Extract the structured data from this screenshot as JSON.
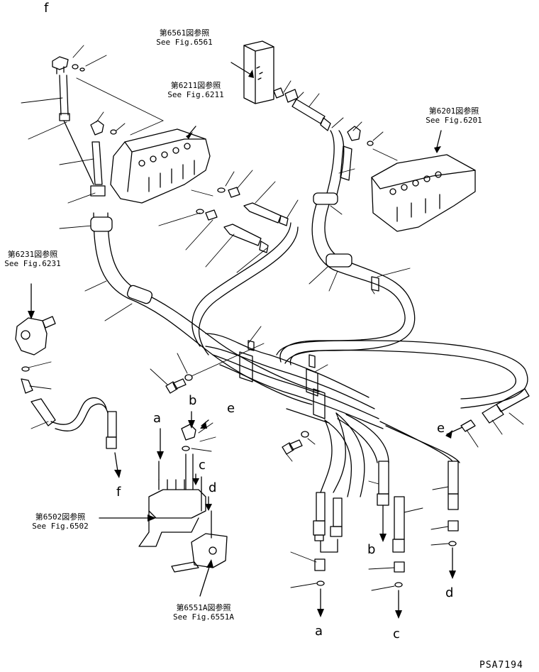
{
  "references": [
    {
      "jp": "第6561図参照",
      "en": "See Fig.6561"
    },
    {
      "jp": "第6211図参照",
      "en": "See Fig.6211"
    },
    {
      "jp": "第6201図参照",
      "en": "See Fig.6201"
    },
    {
      "jp": "第6231図参照",
      "en": "See Fig.6231"
    },
    {
      "jp": "第6502図参照",
      "en": "See Fig.6502"
    },
    {
      "jp": "第6551A図参照",
      "en": "See Fig.6551A"
    }
  ],
  "connection_letters": {
    "f_top": "f",
    "f_bottom": "f",
    "a_top": "a",
    "b_top": "b",
    "c_top": "c",
    "d_top": "d",
    "e_left": "e",
    "e_right": "e",
    "a_bottom": "a",
    "b_bottom": "b",
    "c_bottom": "c",
    "d_bottom": "d"
  },
  "drawing_code": "PSA7194"
}
